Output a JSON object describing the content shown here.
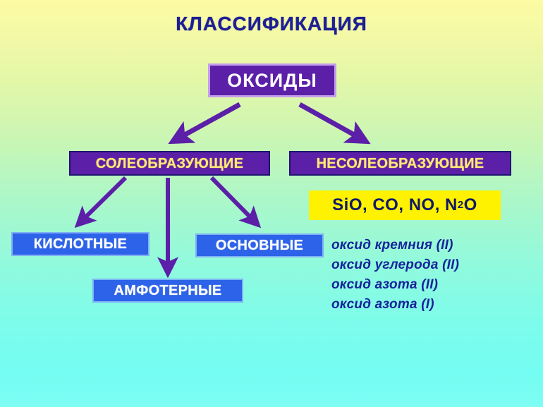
{
  "slide": {
    "title": "КЛАССИФИКАЦИЯ",
    "background_top_color": "#fdfba4",
    "background_mid_color": "#caf6b4",
    "background_bottom_color": "#7efdf4",
    "title_color": "#1d1f95"
  },
  "diagram": {
    "root": {
      "label": "ОКСИДЫ",
      "fill": "#5c1fa8",
      "text_color": "#ffffff",
      "border_color": "#c49ded"
    },
    "level2": [
      {
        "label": "СОЛЕОБРАЗУЮЩИЕ",
        "fill": "#5c1fa8",
        "text_color": "#ffe877",
        "border_color": "#1e1470"
      },
      {
        "label": "НЕСОЛЕОБРАЗУЮЩИЕ",
        "fill": "#5c1fa8",
        "text_color": "#ffe877",
        "border_color": "#1e1470"
      }
    ],
    "level3": [
      {
        "label": "КИСЛОТНЫЕ",
        "fill": "#2d63e8",
        "text_color": "#ffffff",
        "border_color": "#7fb2f5"
      },
      {
        "label": "АМФОТЕРНЫЕ",
        "fill": "#2d63e8",
        "text_color": "#ffffff",
        "border_color": "#7fb2f5"
      },
      {
        "label": "ОСНОВНЫЕ",
        "fill": "#2d63e8",
        "text_color": "#ffffff",
        "border_color": "#7fb2f5"
      }
    ],
    "arrow_color": "#5c1fa8",
    "arrows": [
      {
        "from": "ОКСИДЫ",
        "to": "СОЛЕОБРАЗУЮЩИЕ"
      },
      {
        "from": "ОКСИДЫ",
        "to": "НЕСОЛЕОБРАЗУЮЩИЕ"
      },
      {
        "from": "СОЛЕОБРАЗУЮЩИЕ",
        "to": "КИСЛОТНЫЕ"
      },
      {
        "from": "СОЛЕОБРАЗУЮЩИЕ",
        "to": "АМФОТЕРНЫЕ"
      },
      {
        "from": "СОЛЕОБРАЗУЮЩИЕ",
        "to": "ОСНОВНЫЕ"
      }
    ]
  },
  "formulas": {
    "text_before_sub": "SiO, CO, NO, N",
    "subscript": "2",
    "text_after_sub": "O",
    "full": "SiO, CO, NO, N2O",
    "fill": "#fff200",
    "text_color": "#111a66"
  },
  "captions": {
    "color": "#17239b",
    "items": [
      "оксид кремния (II)",
      "оксид углерода (II)",
      "оксид азота (II)",
      "оксид азота (I)"
    ]
  }
}
